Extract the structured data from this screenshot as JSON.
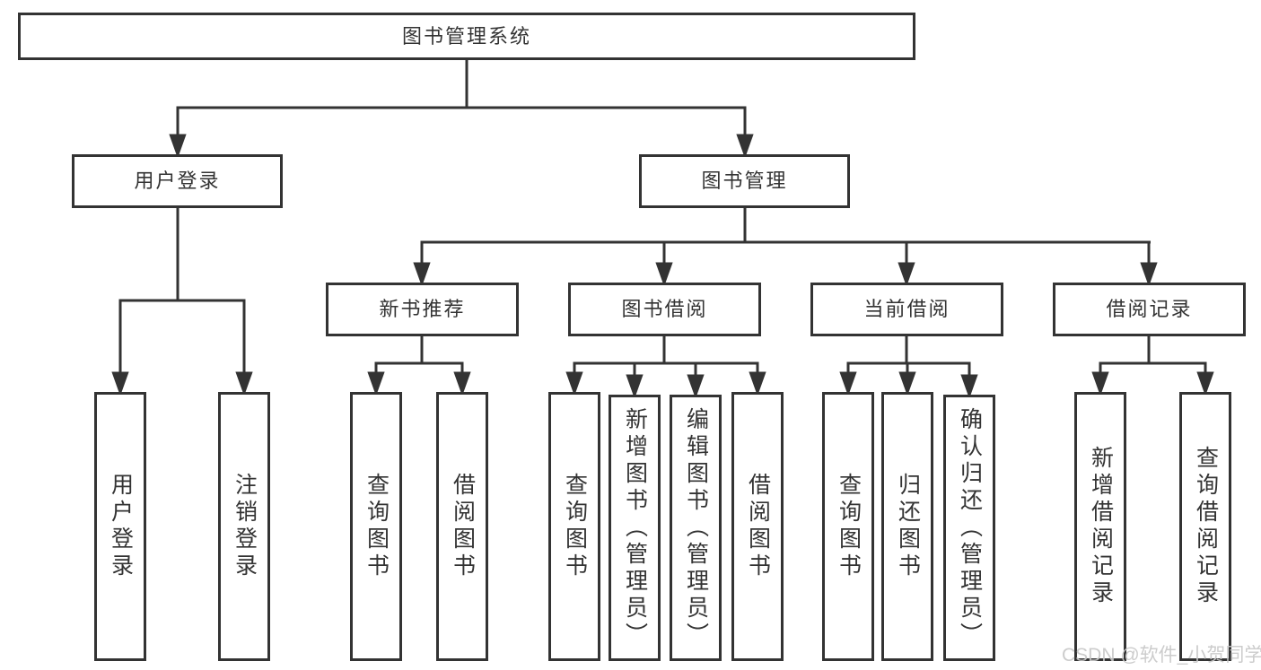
{
  "diagram": {
    "type": "tree",
    "title": "图书管理系统"
  },
  "nodes": {
    "root": "图书管理系统",
    "user_login": "用户登录",
    "book_mgmt": "图书管理",
    "new_book_rec": "新书推荐",
    "book_borrow": "图书借阅",
    "current_borrow": "当前借阅",
    "borrow_records": "借阅记录",
    "leaf_user_login": "用户登录",
    "leaf_logout": "注销登录",
    "leaf_query_books_rec": "查询图书",
    "leaf_borrow_books_rec": "借阅图书",
    "leaf_query_books_borrow": "查询图书",
    "leaf_add_book_admin": "新增图书（管理员）",
    "leaf_edit_book_admin": "编辑图书（管理员）",
    "leaf_borrow_books_borrow": "借阅图书",
    "leaf_query_books_current": "查询图书",
    "leaf_return_books": "归还图书",
    "leaf_confirm_return_admin": "确认归还（管理员）",
    "leaf_add_borrow_record": "新增借阅记录",
    "leaf_query_borrow_record": "查询借阅记录"
  },
  "watermark": "CSDN @软件_小贺同学",
  "colors": {
    "line": "#333333",
    "box_border": "#333333",
    "text": "#333333",
    "background": "#ffffff",
    "watermark": "#c8c8c8"
  }
}
